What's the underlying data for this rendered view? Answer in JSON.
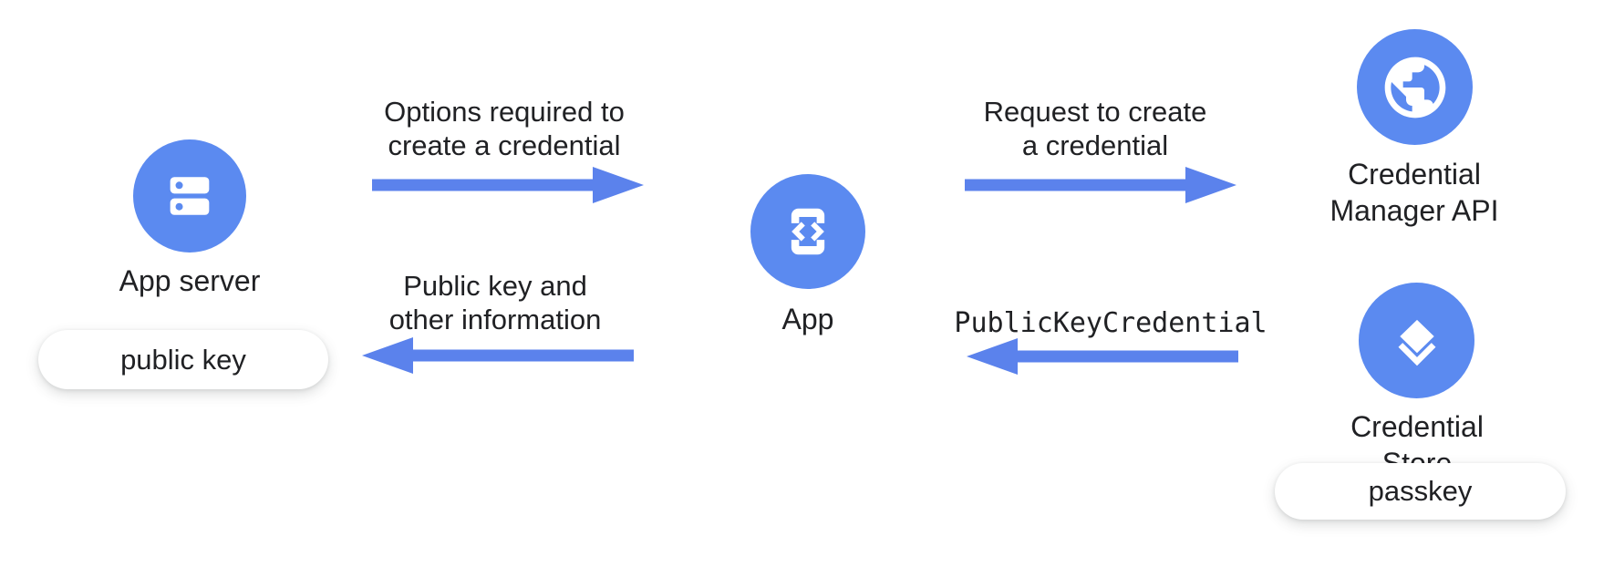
{
  "colors": {
    "node_blue": "#5b8af0",
    "arrow_blue": "#5b82ec",
    "text": "#202124",
    "pill_bg": "#ffffff"
  },
  "nodes": {
    "app_server": {
      "label": "App server",
      "icon": "server-icon",
      "tag": "public key"
    },
    "app": {
      "label": "App",
      "icon": "phone-code-icon"
    },
    "credential_manager": {
      "label": "Credential\nManager API",
      "icon": "globe-icon"
    },
    "credential_store": {
      "label": "Credential Store",
      "icon": "layers-icon",
      "tag": "passkey"
    }
  },
  "arrows": [
    {
      "label": "Options required to\ncreate a credential",
      "direction": "right",
      "from": "App server",
      "to": "App"
    },
    {
      "label": "Public key and\nother information",
      "direction": "left",
      "from": "App",
      "to": "App server"
    },
    {
      "label": "Request to create\na credential",
      "direction": "right",
      "from": "App",
      "to": "Credential Manager API"
    },
    {
      "label": "PublicKeyCredential",
      "direction": "left",
      "from": "Credential Store",
      "to": "App",
      "font": "monospace"
    }
  ]
}
